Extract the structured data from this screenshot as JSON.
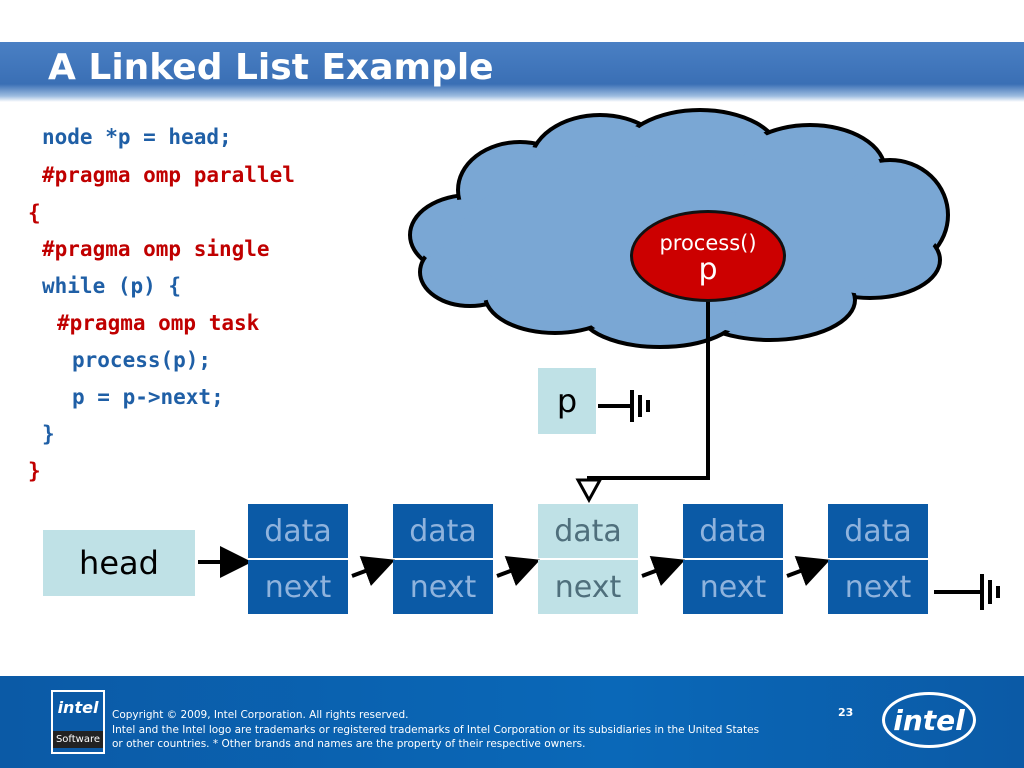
{
  "slide": {
    "title": "A Linked List Example",
    "page_number": "23"
  },
  "code_lines": [
    "node *p = head;",
    "#pragma omp parallel",
    "{",
    "#pragma omp single",
    "while (p) {",
    "#pragma omp task",
    "process(p);",
    "p = p->next;",
    "}",
    "}"
  ],
  "diagram": {
    "head_label": "head",
    "pointer_label": "p",
    "task_text": "process()",
    "task_pointer": "p",
    "nodes": [
      {
        "data": "data",
        "next": "next",
        "style": "dark"
      },
      {
        "data": "data",
        "next": "next",
        "style": "dark"
      },
      {
        "data": "data",
        "next": "next",
        "style": "light"
      },
      {
        "data": "data",
        "next": "next",
        "style": "dark"
      },
      {
        "data": "data",
        "next": "next",
        "style": "dark"
      }
    ]
  },
  "footer": {
    "logo_small_top": "intel",
    "logo_small_bottom": "Software",
    "line1": "Copyright © 2009, Intel Corporation. All rights reserved.",
    "line2": "Intel and the Intel logo are trademarks or registered trademarks of Intel Corporation or its subsidiaries in the United States",
    "line3": "or other countries. * Other brands and names are the property of their respective owners.",
    "intel_logo": "intel"
  },
  "colors": {
    "title_bar": "#3a6fb5",
    "code_blue": "#1f5fa6",
    "code_red": "#c00000",
    "node_dark": "#0b5aa6",
    "node_light": "#bfe1e6",
    "cloud": "#7aa7d4",
    "task_oval": "#cc0000"
  }
}
